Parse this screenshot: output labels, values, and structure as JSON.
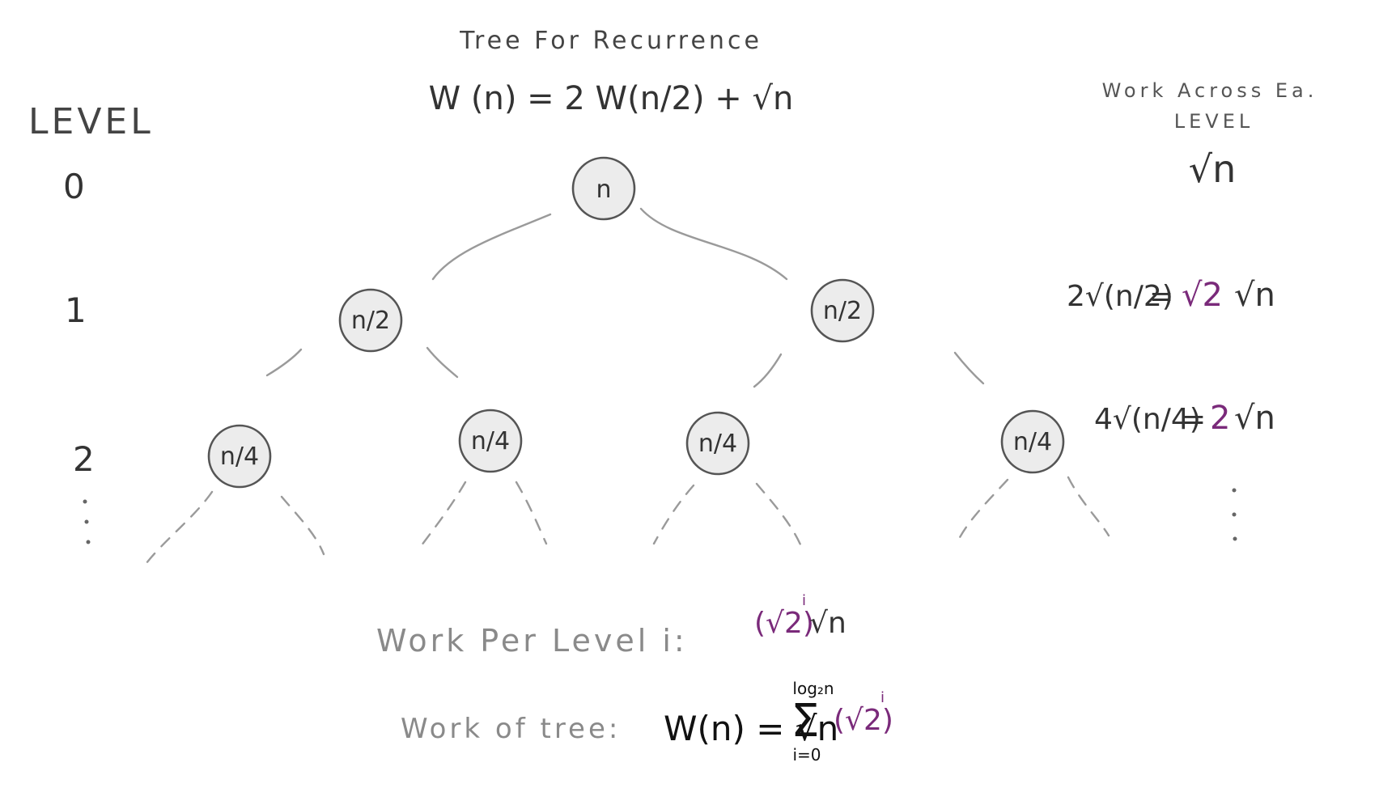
{
  "title": "Tree For Recurrence",
  "recurrence": "W (n) = 2 W(n/2) + √n",
  "level_header": "LEVEL",
  "levels": [
    "0",
    "1",
    "2"
  ],
  "work_header_line1": "Work Across Ea.",
  "work_header_line2": "LEVEL",
  "nodes": {
    "root": "n",
    "level1": [
      "n/2",
      "n/2"
    ],
    "level2": [
      "n/4",
      "n/4",
      "n/4",
      "n/4"
    ]
  },
  "level_work": [
    {
      "level": "0",
      "expr": "√n"
    },
    {
      "level": "1",
      "lhs": "2√(n/2)",
      "equals": "=",
      "coeff": "√2",
      "tail": "√n"
    },
    {
      "level": "2",
      "lhs": "4√(n/4)",
      "equals": "=",
      "coeff": "2",
      "tail": "√n"
    }
  ],
  "work_per_level_label": "Work Per Level i:",
  "work_per_level_expr_coeff": "(√2)",
  "work_per_level_expr_exp": "i",
  "work_per_level_expr_tail": "√n",
  "work_of_tree_label": "Work of tree:",
  "work_of_tree_lhs": "W(n) = √n",
  "sum_symbol": "Σ",
  "sum_upper": "log₂n",
  "sum_lower": "i=0",
  "sum_term": "(√2)",
  "sum_term_exp": "i",
  "colors": {
    "stroke": "#9a9a9a",
    "node_fill": "#ececec",
    "accent": "#7a2a7a",
    "ink": "#111111"
  }
}
